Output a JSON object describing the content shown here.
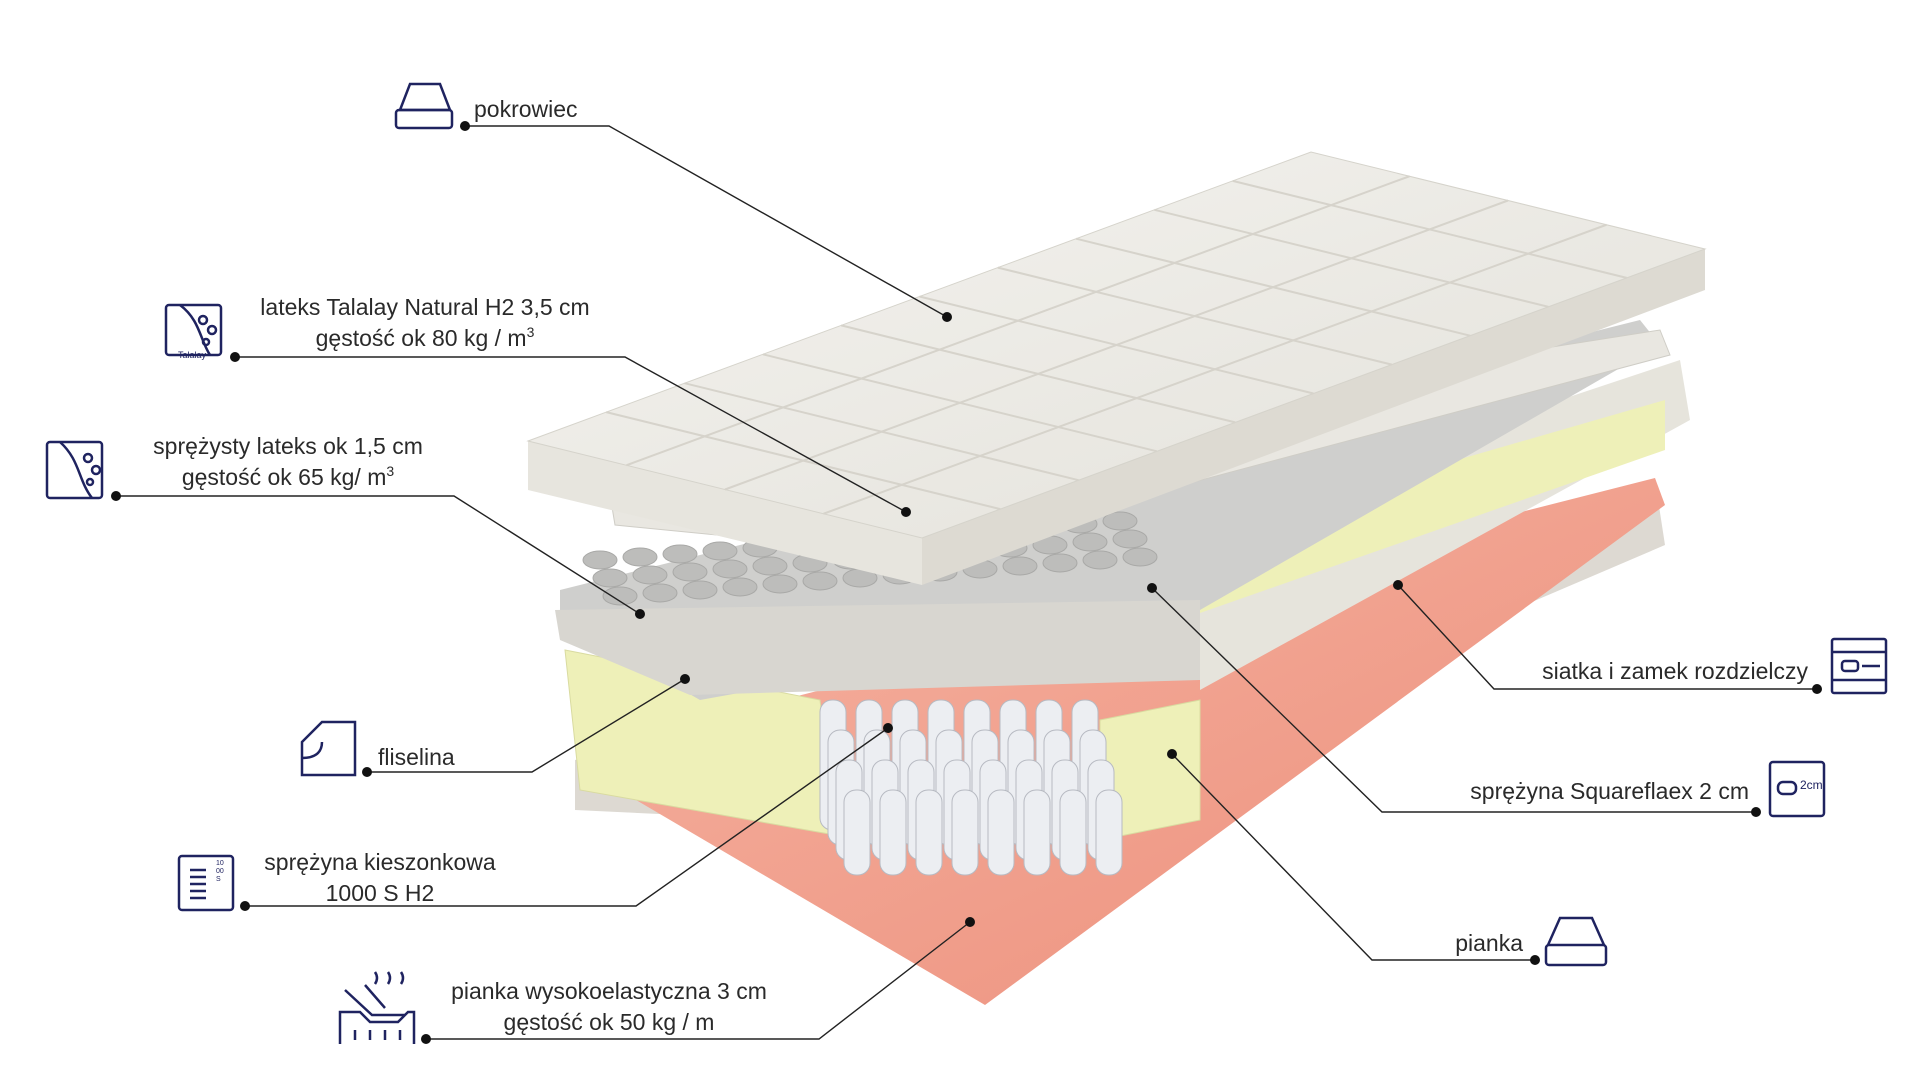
{
  "title": "Mattress layer diagram",
  "colors": {
    "icon": "#1f2360",
    "line": "#222222",
    "pink_foam": "#f2a08e",
    "yellow_foam": "#eef0b8",
    "cover": "#efeee9"
  },
  "labels": {
    "cover": {
      "line1": "pokrowiec",
      "icon": "mattress-cover-icon"
    },
    "talalay": {
      "line1": "lateks Talalay Natural H2 3,5 cm",
      "line2": "gęstość ok 80 kg / m",
      "sup": "3",
      "icon": "talalay-latex-icon",
      "icon_caption": "Talalay"
    },
    "latex": {
      "line1": "sprężysty lateks ok 1,5 cm",
      "line2": "gęstość ok 65 kg/ m",
      "sup": "3",
      "icon": "latex-icon"
    },
    "fleece": {
      "line1": "fliselina",
      "icon": "fleece-sheet-icon"
    },
    "pocket_spring": {
      "line1": "sprężyna kieszonkowa",
      "line2": "1000 S H2",
      "icon": "pocket-spring-icon",
      "icon_caption": "1000S"
    },
    "hr_foam": {
      "line1": "pianka wysokoelastyczna 3 cm",
      "line2": "gęstość ok 50 kg / m",
      "icon": "hr-foam-icon"
    },
    "zipper": {
      "line1": "siatka i zamek rozdzielczy",
      "icon": "zipper-mesh-icon"
    },
    "squareflex": {
      "line1": "sprężyna Squareflaex 2 cm",
      "icon": "squareflex-spring-icon",
      "icon_caption": "2cm"
    },
    "foam": {
      "line1": "pianka",
      "icon": "foam-tray-icon"
    }
  }
}
